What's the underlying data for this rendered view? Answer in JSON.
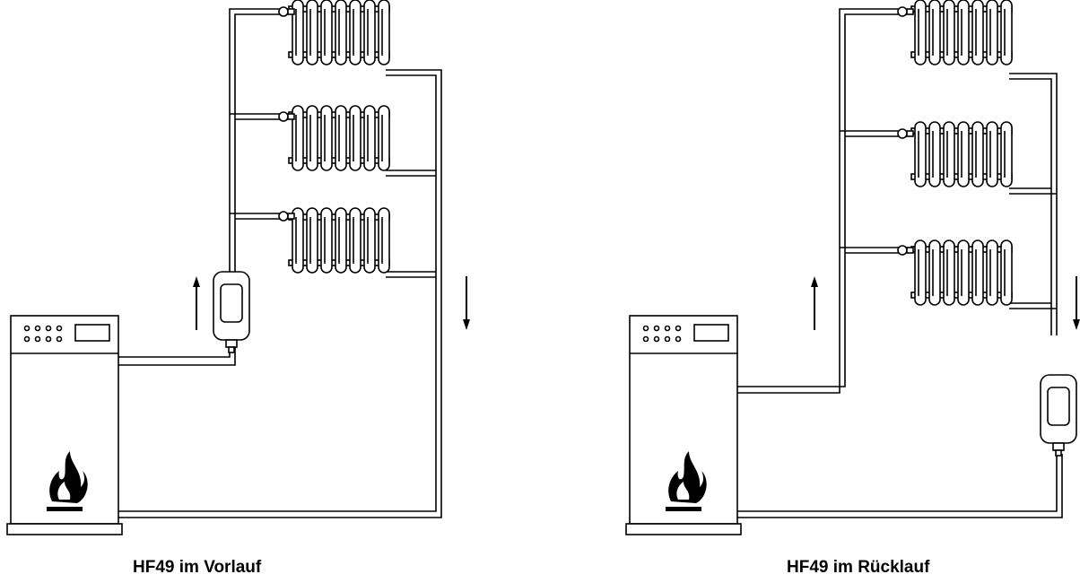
{
  "diagrams": [
    {
      "caption": "HF49 im Vorlauf",
      "meter_position": "supply",
      "flow_up_arrow": "up",
      "flow_return_arrow": "down"
    },
    {
      "caption": "HF49 im Rücklauf",
      "meter_position": "return",
      "flow_up_arrow": "up",
      "flow_return_arrow": "down"
    }
  ],
  "icons": [
    "boiler-icon",
    "flame-icon",
    "radiator-icon",
    "thermostatic-valve-icon",
    "heat-meter-icon",
    "flow-arrow-icon"
  ],
  "colors": {
    "line": "#000000",
    "background": "#ffffff"
  }
}
